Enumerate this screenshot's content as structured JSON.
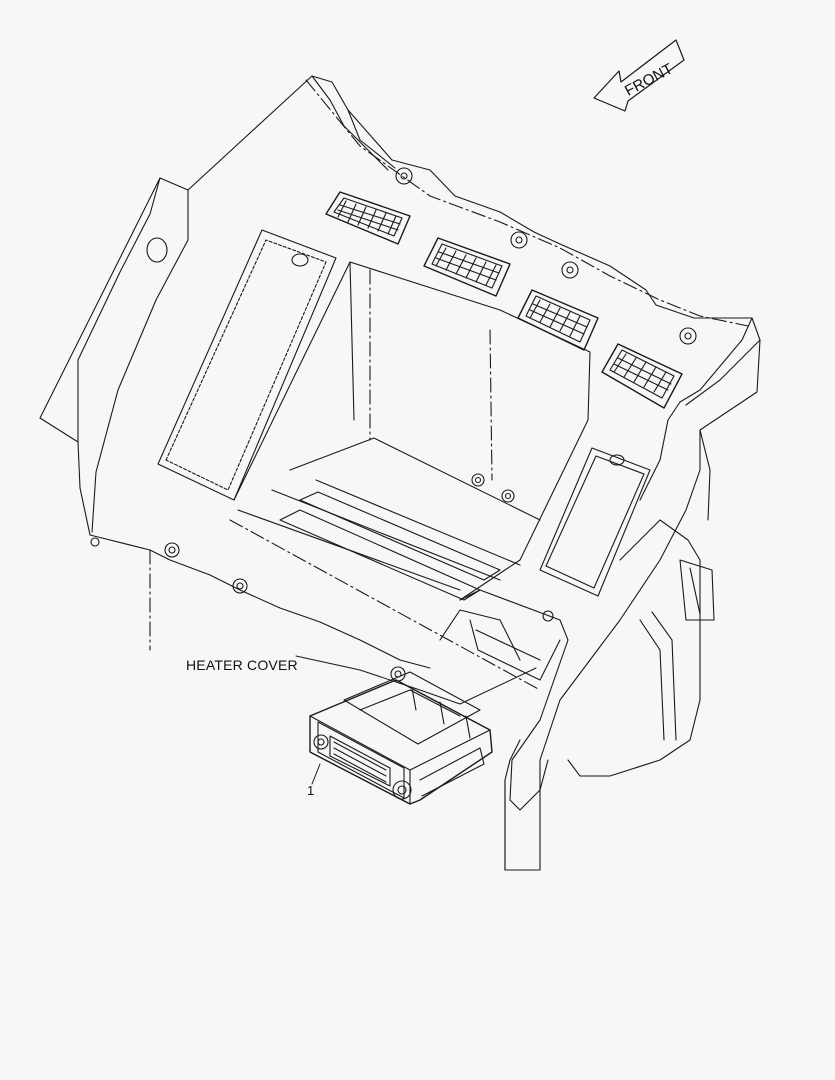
{
  "diagram": {
    "direction_arrow": {
      "text": "FRONT"
    },
    "labels": {
      "heater_cover": "HEATER COVER",
      "callout_1": "1"
    }
  }
}
